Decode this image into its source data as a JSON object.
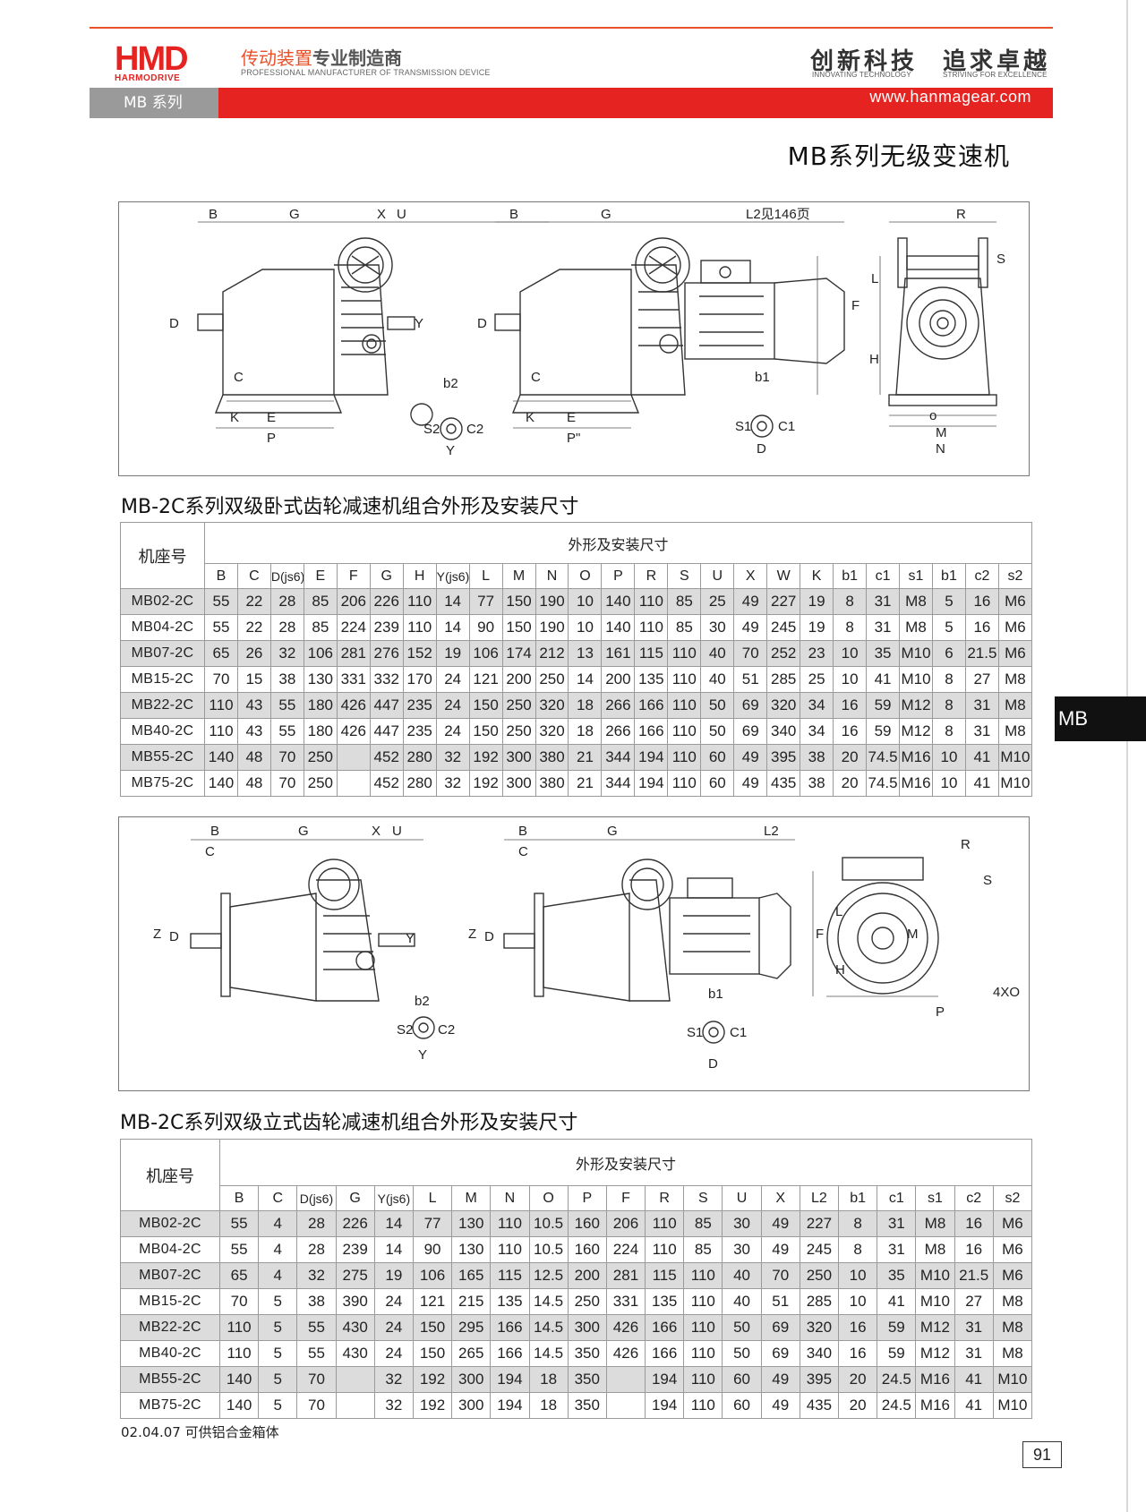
{
  "header": {
    "logo_text": "HMD",
    "logo_sub": "HARMODRIVE",
    "slogan_cn_a": "传动装置",
    "slogan_cn_b": "专业制造商",
    "slogan_en": "PROFESSIONAL MANUFACTURER OF TRANSMISSION DEVICE",
    "motto_1": "创新科技",
    "motto_1_en": "INNOVATING TECHNOLOGY",
    "motto_2": "追求卓越",
    "motto_2_en": "STRIVING FOR EXCELLENCE",
    "series_label": "MB 系列",
    "website": "www.hanmagear.com",
    "accent_red": "#e52421"
  },
  "page_title": "MB系列无级变速机",
  "figure1": {
    "labels": [
      "B",
      "G",
      "X",
      "U",
      "D",
      "Y",
      "C",
      "K",
      "E",
      "P",
      "b2",
      "S2",
      "C2",
      "Y",
      "B",
      "G",
      "L2见146页",
      "R",
      "S",
      "L",
      "F",
      "H",
      "D",
      "C",
      "K",
      "E",
      "P",
      "b1",
      "S1",
      "C1",
      "D",
      "o",
      "M",
      "N"
    ]
  },
  "table1": {
    "title": "MB-2C系列双级卧式齿轮减速机组合外形及安装尺寸",
    "model_header": "机座号",
    "group_header": "外形及安装尺寸",
    "columns": [
      "B",
      "C",
      "D(js6)",
      "E",
      "F",
      "G",
      "H",
      "Y(js6)",
      "L",
      "M",
      "N",
      "O",
      "P",
      "R",
      "S",
      "U",
      "X",
      "W",
      "K",
      "b1",
      "c1",
      "s1",
      "b1",
      "c2",
      "s2"
    ],
    "rows": [
      [
        "MB02-2C",
        "55",
        "22",
        "28",
        "85",
        "206",
        "226",
        "110",
        "14",
        "77",
        "150",
        "190",
        "10",
        "140",
        "110",
        "85",
        "25",
        "49",
        "227",
        "19",
        "8",
        "31",
        "M8",
        "5",
        "16",
        "M6"
      ],
      [
        "MB04-2C",
        "55",
        "22",
        "28",
        "85",
        "224",
        "239",
        "110",
        "14",
        "90",
        "150",
        "190",
        "10",
        "140",
        "110",
        "85",
        "30",
        "49",
        "245",
        "19",
        "8",
        "31",
        "M8",
        "5",
        "16",
        "M6"
      ],
      [
        "MB07-2C",
        "65",
        "26",
        "32",
        "106",
        "281",
        "276",
        "152",
        "19",
        "106",
        "174",
        "212",
        "13",
        "161",
        "115",
        "110",
        "40",
        "70",
        "252",
        "23",
        "10",
        "35",
        "M10",
        "6",
        "21.5",
        "M6"
      ],
      [
        "MB15-2C",
        "70",
        "15",
        "38",
        "130",
        "331",
        "332",
        "170",
        "24",
        "121",
        "200",
        "250",
        "14",
        "200",
        "135",
        "110",
        "40",
        "51",
        "285",
        "25",
        "10",
        "41",
        "M10",
        "8",
        "27",
        "M8"
      ],
      [
        "MB22-2C",
        "110",
        "43",
        "55",
        "180",
        "426",
        "447",
        "235",
        "24",
        "150",
        "250",
        "320",
        "18",
        "266",
        "166",
        "110",
        "50",
        "69",
        "320",
        "34",
        "16",
        "59",
        "M12",
        "8",
        "31",
        "M8"
      ],
      [
        "MB40-2C",
        "110",
        "43",
        "55",
        "180",
        "426",
        "447",
        "235",
        "24",
        "150",
        "250",
        "320",
        "18",
        "266",
        "166",
        "110",
        "50",
        "69",
        "340",
        "34",
        "16",
        "59",
        "M12",
        "8",
        "31",
        "M8"
      ],
      [
        "MB55-2C",
        "140",
        "48",
        "70",
        "250",
        "",
        "452",
        "280",
        "32",
        "192",
        "300",
        "380",
        "21",
        "344",
        "194",
        "110",
        "60",
        "49",
        "395",
        "38",
        "20",
        "74.5",
        "M16",
        "10",
        "41",
        "M10"
      ],
      [
        "MB75-2C",
        "140",
        "48",
        "70",
        "250",
        "",
        "452",
        "280",
        "32",
        "192",
        "300",
        "380",
        "21",
        "344",
        "194",
        "110",
        "60",
        "49",
        "435",
        "38",
        "20",
        "74.5",
        "M16",
        "10",
        "41",
        "M10"
      ]
    ]
  },
  "figure2": {
    "labels": [
      "B",
      "C",
      "G",
      "X",
      "U",
      "Z",
      "D",
      "Y",
      "b2",
      "S2",
      "C2",
      "Y",
      "B",
      "C",
      "G",
      "L2",
      "Z",
      "D",
      "R",
      "S",
      "L",
      "F",
      "H",
      "M",
      "4XO",
      "P",
      "b1",
      "S1",
      "C1",
      "D"
    ]
  },
  "table2": {
    "title": "MB-2C系列双级立式齿轮减速机组合外形及安装尺寸",
    "model_header": "机座号",
    "group_header": "外形及安装尺寸",
    "columns": [
      "B",
      "C",
      "D(js6)",
      "G",
      "Y(js6)",
      "L",
      "M",
      "N",
      "O",
      "P",
      "F",
      "R",
      "S",
      "U",
      "X",
      "L2",
      "b1",
      "c1",
      "s1",
      "c2",
      "s2"
    ],
    "rows": [
      [
        "MB02-2C",
        "55",
        "4",
        "28",
        "226",
        "14",
        "77",
        "130",
        "110",
        "10.5",
        "160",
        "206",
        "110",
        "85",
        "30",
        "49",
        "227",
        "8",
        "31",
        "M8",
        "16",
        "M6"
      ],
      [
        "MB04-2C",
        "55",
        "4",
        "28",
        "239",
        "14",
        "90",
        "130",
        "110",
        "10.5",
        "160",
        "224",
        "110",
        "85",
        "30",
        "49",
        "245",
        "8",
        "31",
        "M8",
        "16",
        "M6"
      ],
      [
        "MB07-2C",
        "65",
        "4",
        "32",
        "275",
        "19",
        "106",
        "165",
        "115",
        "12.5",
        "200",
        "281",
        "115",
        "110",
        "40",
        "70",
        "250",
        "10",
        "35",
        "M10",
        "21.5",
        "M6"
      ],
      [
        "MB15-2C",
        "70",
        "5",
        "38",
        "390",
        "24",
        "121",
        "215",
        "135",
        "14.5",
        "250",
        "331",
        "135",
        "110",
        "40",
        "51",
        "285",
        "10",
        "41",
        "M10",
        "27",
        "M8"
      ],
      [
        "MB22-2C",
        "110",
        "5",
        "55",
        "430",
        "24",
        "150",
        "295",
        "166",
        "14.5",
        "300",
        "426",
        "166",
        "110",
        "50",
        "69",
        "320",
        "16",
        "59",
        "M12",
        "31",
        "M8"
      ],
      [
        "MB40-2C",
        "110",
        "5",
        "55",
        "430",
        "24",
        "150",
        "265",
        "166",
        "14.5",
        "350",
        "426",
        "166",
        "110",
        "50",
        "69",
        "340",
        "16",
        "59",
        "M12",
        "31",
        "M8"
      ],
      [
        "MB55-2C",
        "140",
        "5",
        "70",
        "",
        "32",
        "192",
        "300",
        "194",
        "18",
        "350",
        "",
        "194",
        "110",
        "60",
        "49",
        "395",
        "20",
        "24.5",
        "M16",
        "41",
        "M10"
      ],
      [
        "MB75-2C",
        "140",
        "5",
        "70",
        "",
        "32",
        "192",
        "300",
        "194",
        "18",
        "350",
        "",
        "194",
        "110",
        "60",
        "49",
        "435",
        "20",
        "24.5",
        "M16",
        "41",
        "M10"
      ]
    ]
  },
  "side_tab": "MB",
  "footnote": "02.04.07 可供铝合金箱体",
  "page_number": "91"
}
